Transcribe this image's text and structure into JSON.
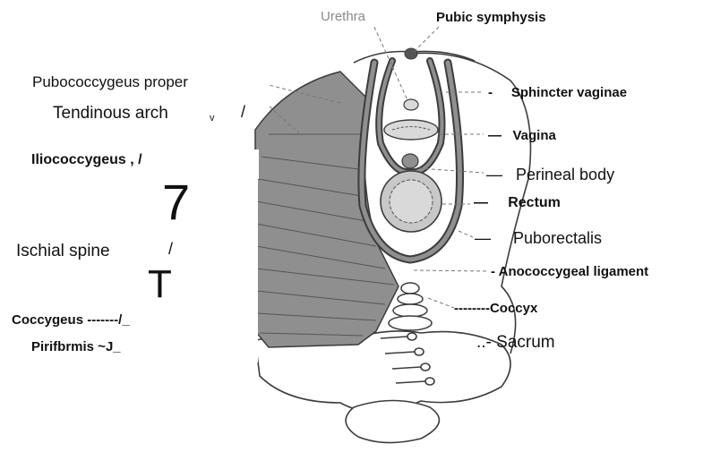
{
  "labels": {
    "urethra": "Urethra",
    "pubic_symphysis": "Pubic symphysis",
    "pubococcygeus": "Pubococcygeus proper",
    "tendinous_arch": "Tendinous arch",
    "tendinous_arch_mark": "v",
    "tendinous_arch_slash": "/",
    "iliococcygeus": "Iliococcygeus ,   /",
    "big_seven": "7",
    "ischial_spine": "Ischial spine",
    "ischial_spine_slash": "/",
    "big_t": "T",
    "coccygeus": "Coccygeus -------/_",
    "piriformis": "Pirifbrmis ~J_",
    "sphincter_vaginae": "-     Sphincter vaginae",
    "vagina": "—   Vagina",
    "perineal_body": "—   Perineal body",
    "rectum": "—     Rectum",
    "puborectalis": "—     Puborectalis",
    "anococcygeal": "- Anococcygeal ligament",
    "coccyx": "--------Coccyx",
    "sacrum": "..- Sacrum"
  },
  "colors": {
    "muscle": "#8f8f8f",
    "muscle_dark": "#555555",
    "outline": "#3c3c3c",
    "light_fill": "#d9d9d9",
    "urethra_text": "#8a8a8a"
  }
}
